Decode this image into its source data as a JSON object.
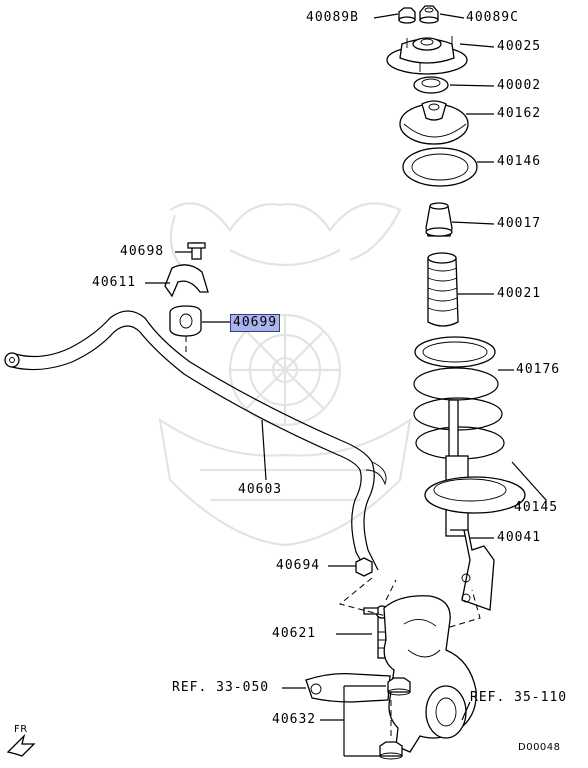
{
  "diagram": {
    "part_labels": [
      {
        "id": "40089b",
        "text": "40089B",
        "highlight": false
      },
      {
        "id": "40089c",
        "text": "40089C",
        "highlight": false
      },
      {
        "id": "40025",
        "text": "40025",
        "highlight": false
      },
      {
        "id": "40002",
        "text": "40002",
        "highlight": false
      },
      {
        "id": "40162",
        "text": "40162",
        "highlight": false
      },
      {
        "id": "40146",
        "text": "40146",
        "highlight": false
      },
      {
        "id": "40017",
        "text": "40017",
        "highlight": false
      },
      {
        "id": "40698",
        "text": "40698",
        "highlight": false
      },
      {
        "id": "40611",
        "text": "40611",
        "highlight": false
      },
      {
        "id": "40021",
        "text": "40021",
        "highlight": false
      },
      {
        "id": "40699",
        "text": "40699",
        "highlight": true
      },
      {
        "id": "40176",
        "text": "40176",
        "highlight": false
      },
      {
        "id": "40603",
        "text": "40603",
        "highlight": false
      },
      {
        "id": "40145",
        "text": "40145",
        "highlight": false
      },
      {
        "id": "40041",
        "text": "40041",
        "highlight": false
      },
      {
        "id": "40694",
        "text": "40694",
        "highlight": false
      },
      {
        "id": "40621",
        "text": "40621",
        "highlight": false
      },
      {
        "id": "ref-33-050",
        "text": "REF. 33-050",
        "highlight": false
      },
      {
        "id": "ref-35-110",
        "text": "REF. 35-110",
        "highlight": false
      },
      {
        "id": "40632",
        "text": "40632",
        "highlight": false
      }
    ],
    "direction_label": "FR",
    "diagram_code": "D00048",
    "highlight_color": "#a9b4ea"
  }
}
